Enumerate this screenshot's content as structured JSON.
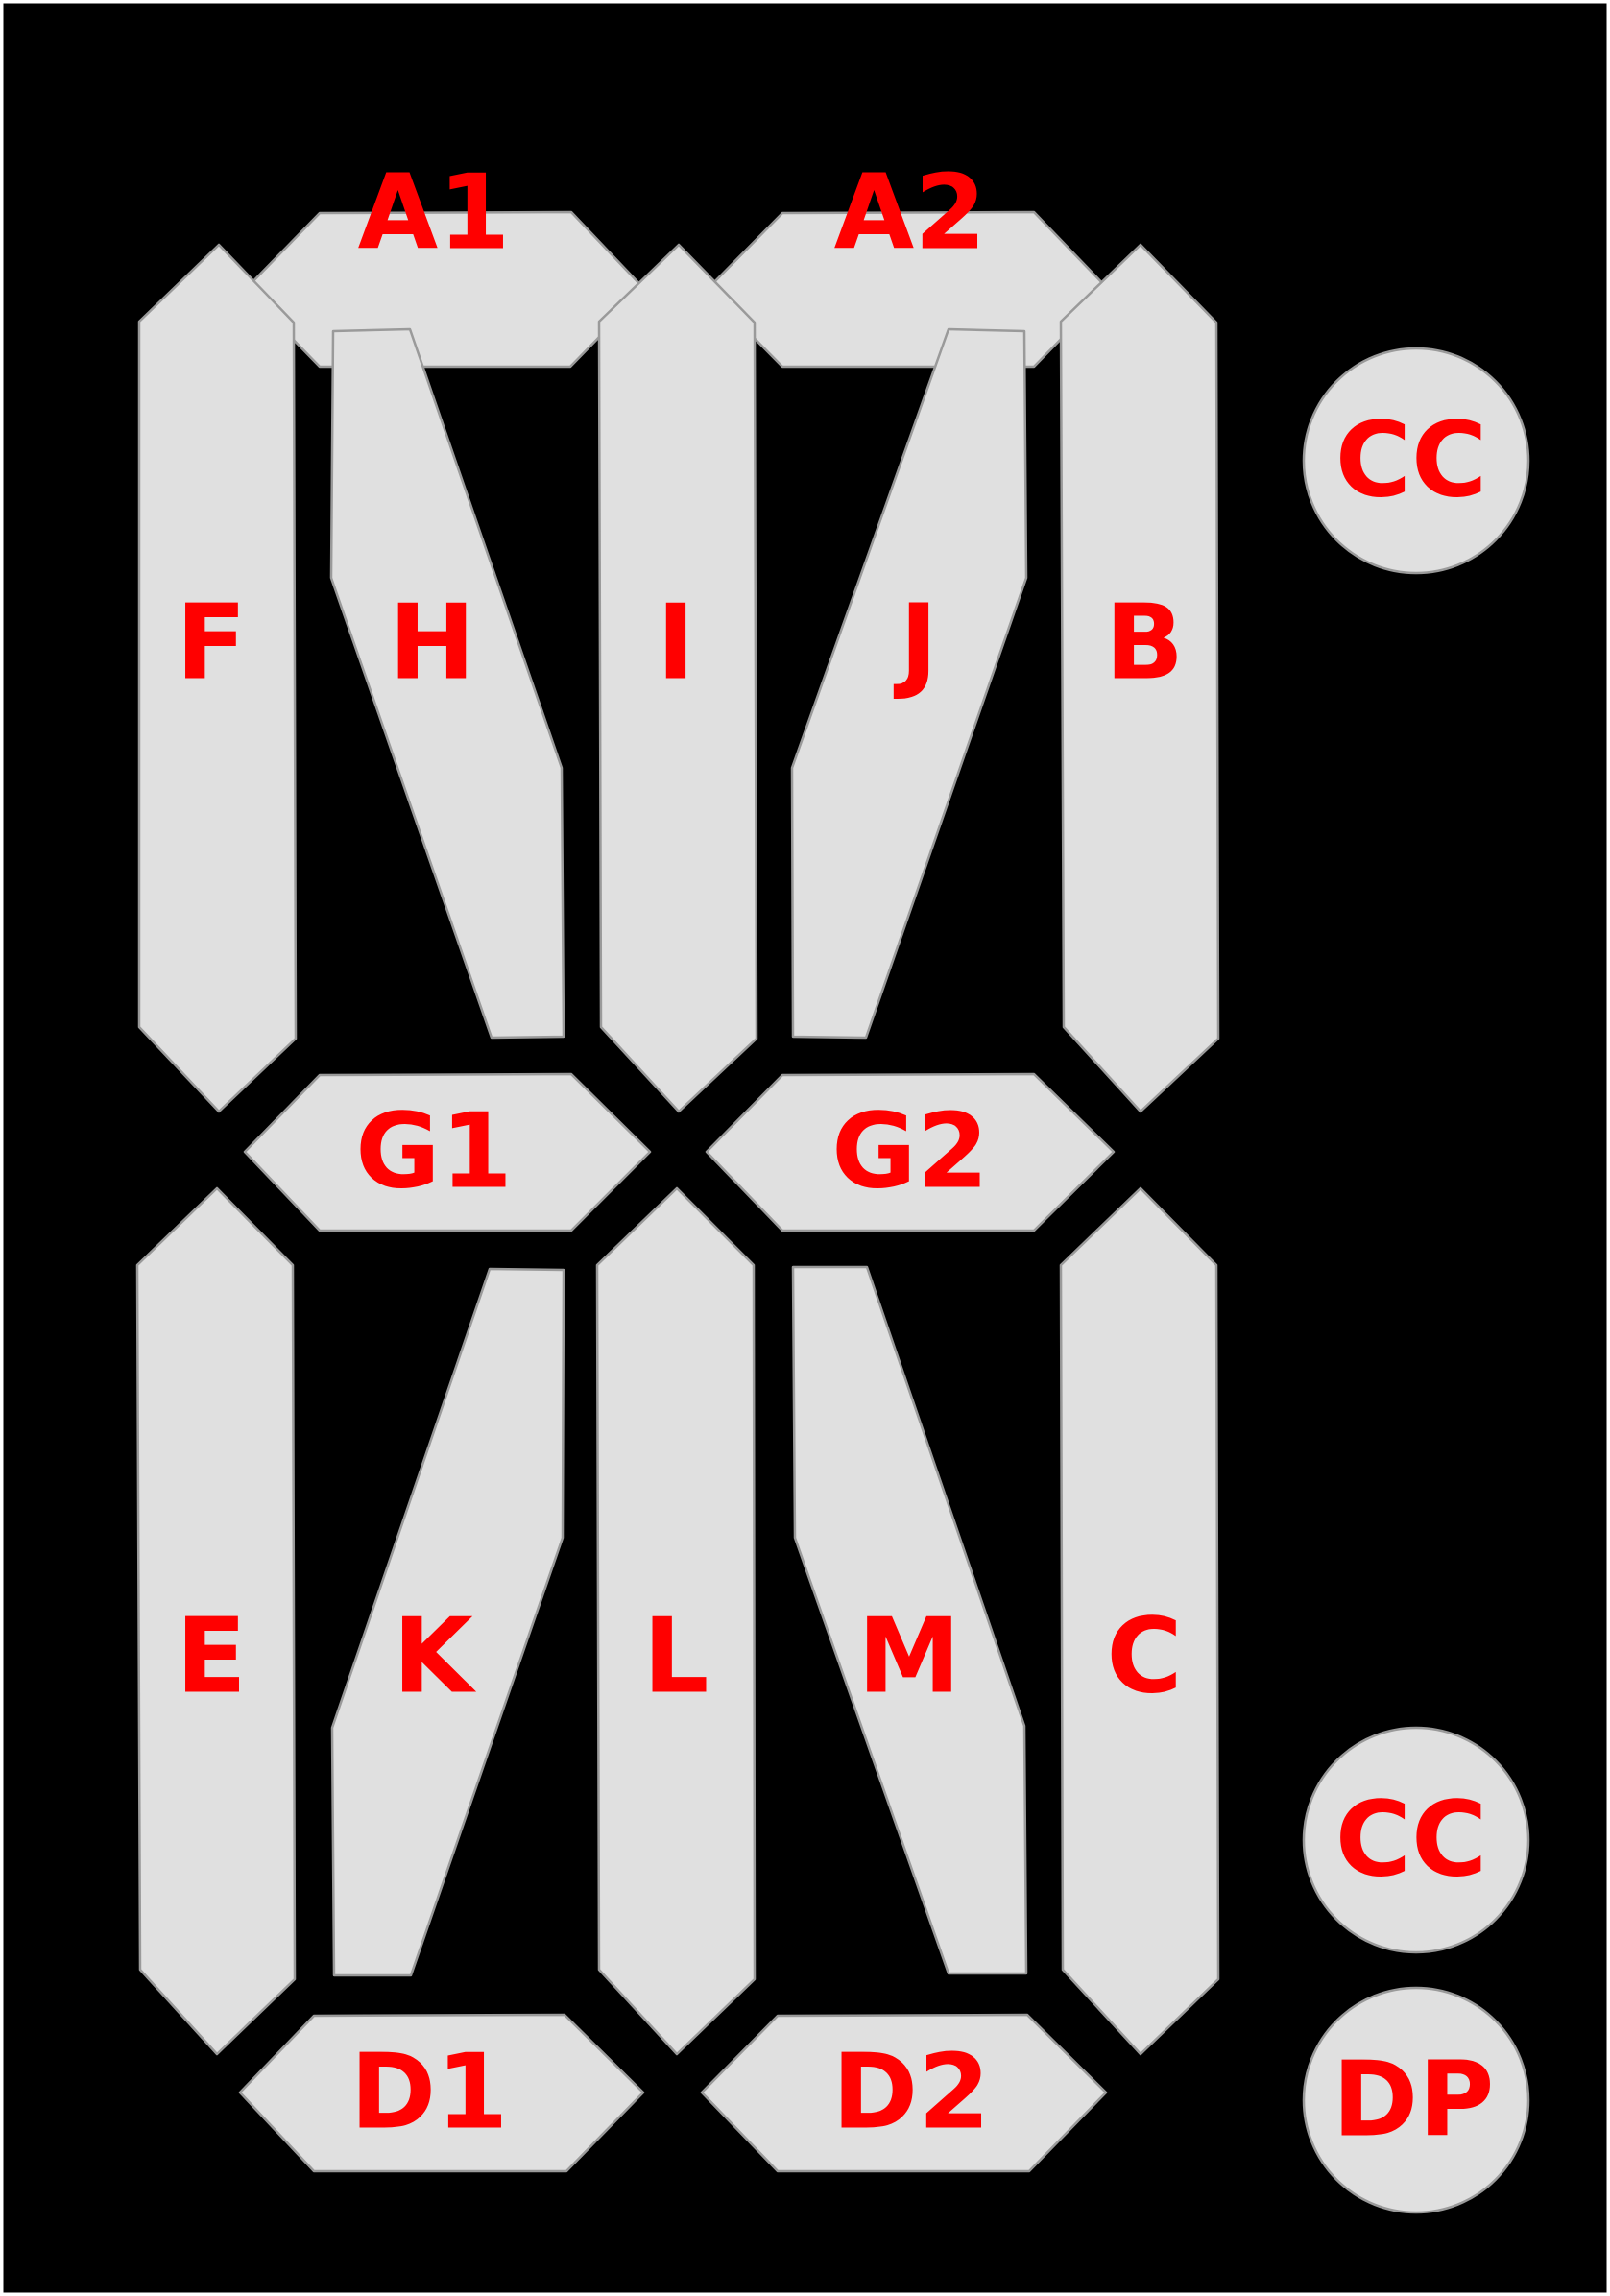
{
  "colors": {
    "background": "#000000",
    "segment_fill": "#e0e0e0",
    "segment_outline": "#9a9a9a",
    "label": "#ff0000"
  },
  "segments": {
    "A1": "A1",
    "A2": "A2",
    "F": "F",
    "H": "H",
    "I": "I",
    "J": "J",
    "B": "B",
    "G1": "G1",
    "G2": "G2",
    "E": "E",
    "K": "K",
    "L": "L",
    "M": "M",
    "C": "C",
    "D1": "D1",
    "D2": "D2"
  },
  "pads": {
    "cc_top": "CC",
    "cc_bottom": "CC",
    "dp": "DP"
  }
}
